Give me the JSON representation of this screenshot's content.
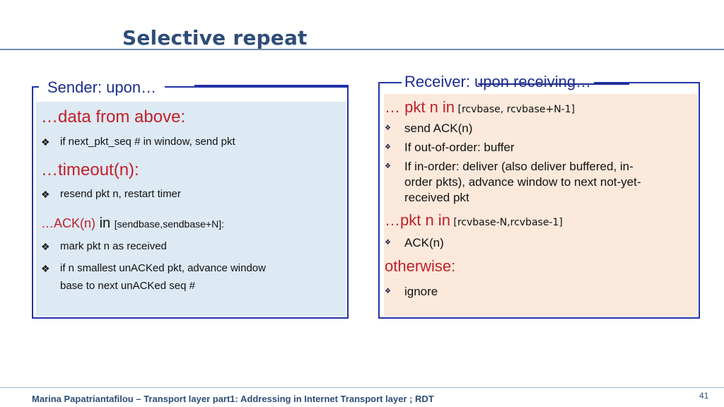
{
  "slide": {
    "title": "Selective repeat",
    "page_number": "41",
    "footer": "Marina Papatriantafilou –  Transport layer part1: Addressing in Internet Transport layer ; RDT"
  },
  "sender": {
    "heading": "Sender: upon…",
    "data_event": "…data from above:",
    "data_bullet": "if next_pkt_seq # in window, send pkt",
    "timeout_event": "…timeout(n):",
    "timeout_bullet": "resend pkt n, restart timer",
    "ack_event_prefix": "…ACK(n)",
    "ack_event_in": " in ",
    "ack_event_range": "[sendbase,sendbase+N]:",
    "ack_bullet_1": "mark pkt n as received",
    "ack_bullet_2_line1": "if n smallest unACKed pkt, advance window",
    "ack_bullet_2_line2": "base to next unACKed seq #"
  },
  "receiver": {
    "heading_prefix": "Receiver",
    "heading_struck": ": upon receiving…",
    "event1_prefix": "… pkt n in",
    "event1_range": "[rcvbase, rcvbase+N-1]",
    "event1_bullet_1": "send ACK(n)",
    "event1_bullet_2": "If out-of-order: buffer",
    "event1_bullet_3_line1": "If in-order: deliver (also deliver buffered, in-",
    "event1_bullet_3_line2": "order pkts), advance window to next not-yet-",
    "event1_bullet_3_line3": "received pkt",
    "event2_prefix": "…pkt n in",
    "event2_range": "[rcvbase-N,rcvbase-1]",
    "event2_bullet": "ACK(n)",
    "event3": "otherwise:",
    "event3_bullet": "ignore"
  },
  "colors": {
    "title": "#2e4d78",
    "border": "#2233a8",
    "sender_fill": "#dde9f3",
    "receiver_fill": "#fbe9dc",
    "event_red": "#c0202a"
  },
  "icons": {
    "sender_bullet": "diamond-quad-bullet-icon",
    "receiver_bullet": "diamond-quad-bullet-icon"
  }
}
